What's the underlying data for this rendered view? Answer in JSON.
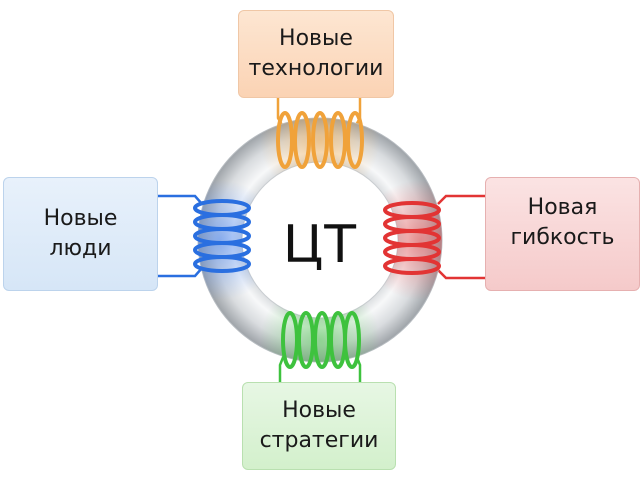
{
  "center": {
    "label": "ЦТ"
  },
  "nodes": {
    "top": {
      "lines": [
        "Новые",
        "технологии"
      ],
      "color": "#f0a23a"
    },
    "left": {
      "lines": [
        "Новые",
        "люди"
      ],
      "color": "#2a6fe0"
    },
    "right": {
      "lines": [
        "Новая",
        "гибкость"
      ],
      "color": "#e23434"
    },
    "bottom": {
      "lines": [
        "Новые",
        "стратегии"
      ],
      "color": "#3ec23e"
    }
  }
}
